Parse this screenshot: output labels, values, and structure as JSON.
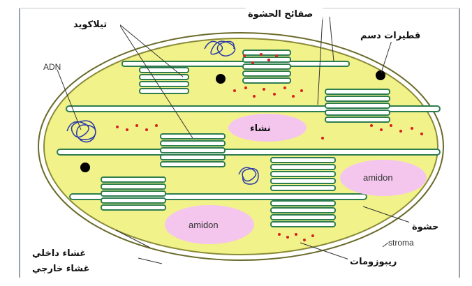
{
  "diagram": {
    "labels": {
      "thylakoid": "تيلاكويد",
      "stroma_lamellae": "صفائح الحشوة",
      "lipid_droplets": "قطيرات دسم",
      "dna": "ADN",
      "starch": "نشاء",
      "amidon_1": "amidon",
      "amidon_2": "amidon",
      "stroma_ar": "حشوة",
      "stroma_fr": "stroma",
      "inner_membrane": "غشاء داخلي",
      "outer_membrane": "غشاء خارجي",
      "ribosomes": "ريبوزومات"
    },
    "colors": {
      "stroma_fill": "#f2f28a",
      "membrane_stroke": "#6a6a2a",
      "thylakoid_stroke": "#2e7d4f",
      "thylakoid_fill": "#ffffff",
      "starch_fill": "#f4c6ee",
      "ribosome": "#d61f1f",
      "droplet": "#000000",
      "dna": "#2b3aa8"
    }
  }
}
